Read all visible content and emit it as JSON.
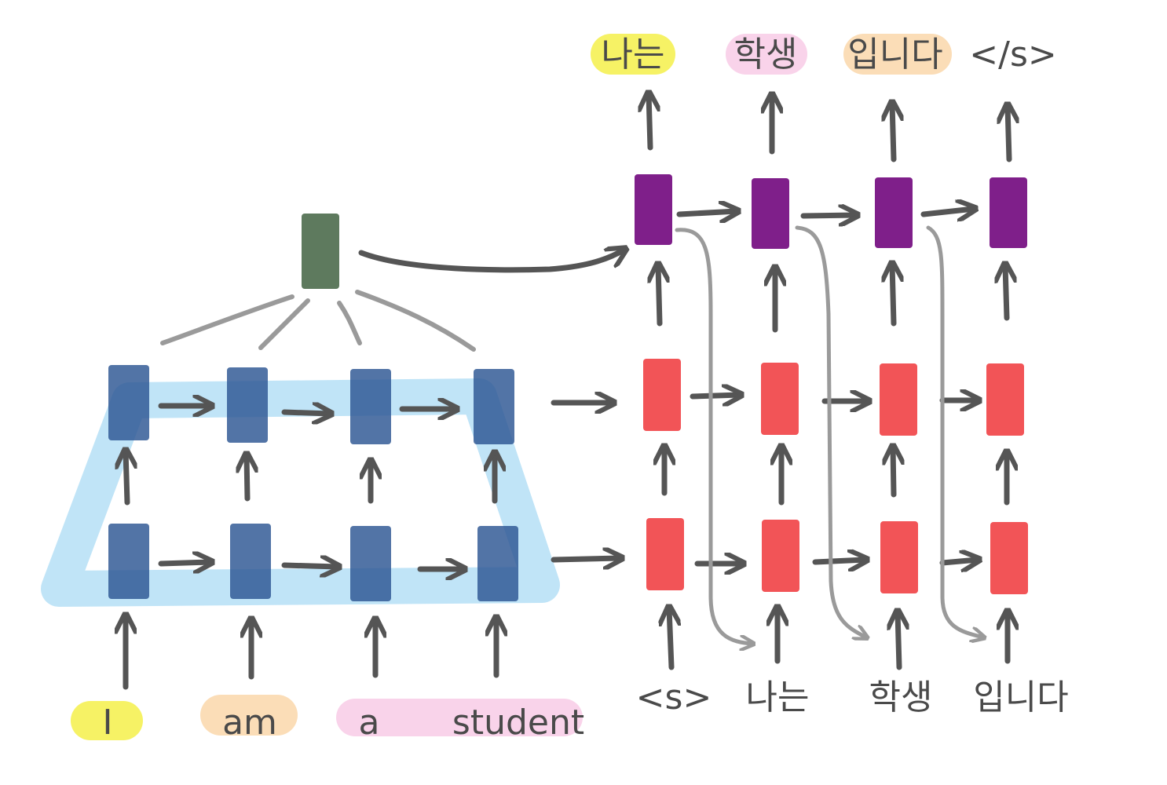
{
  "colors": {
    "encoder_cell": "#2c5692",
    "context_vector": "#5e7a5e",
    "decoder_lower": "#f25457",
    "decoder_top": "#7f1f8a",
    "encoder_highlight": "#bde3f7",
    "yellow": "#f6f265",
    "pink": "#f9d3ea",
    "orange": "#fbddb7"
  },
  "encoder": {
    "inputs": [
      {
        "text": "I",
        "highlight": "yellow"
      },
      {
        "text": "am",
        "highlight": "orange"
      },
      {
        "text": "a",
        "highlight": "pink"
      },
      {
        "text": "student",
        "highlight": "pink"
      }
    ]
  },
  "decoder": {
    "inputs": [
      "<s>",
      "나는",
      "학생",
      "입니다"
    ],
    "outputs": [
      {
        "text": "나는",
        "highlight": "yellow"
      },
      {
        "text": "학생",
        "highlight": "pink"
      },
      {
        "text": "입니다",
        "highlight": "orange"
      },
      {
        "text": "</s>",
        "highlight": ""
      }
    ]
  }
}
